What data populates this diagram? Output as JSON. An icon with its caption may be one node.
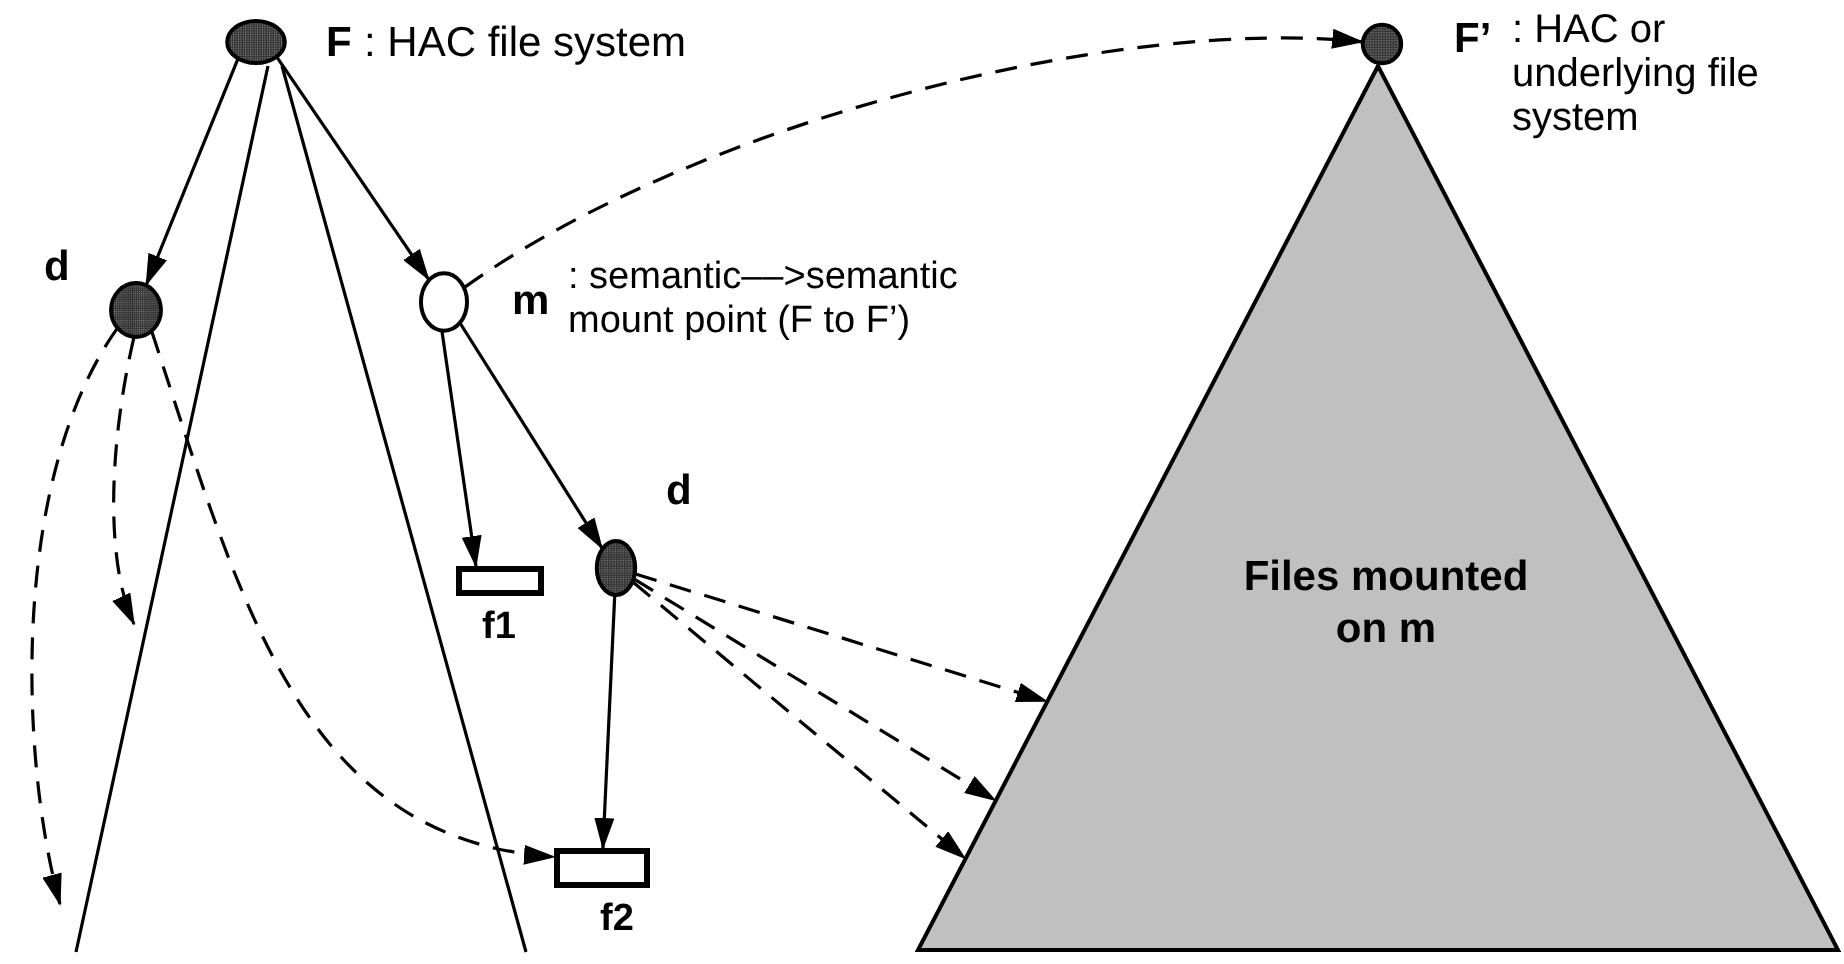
{
  "diagram": {
    "nodes": [
      {
        "text": [],
        "shape": "circle",
        "beside": [
          "F",
          ": HAC file system"
        ]
      },
      {
        "text": [],
        "shape": "circle",
        "beside": [
          "d"
        ]
      },
      {
        "text": [],
        "shape": "circle",
        "beside": [
          "m"
        ]
      },
      {
        "text": [],
        "shape": "box",
        "beside": [
          "f1"
        ]
      },
      {
        "text": [],
        "shape": "circle",
        "beside": [
          "d"
        ]
      },
      {
        "text": [],
        "shape": "box",
        "beside": [
          "f2"
        ]
      },
      {
        "text": [],
        "shape": "circle",
        "beside": [
          "F’",
          ": HAC or underlying file system"
        ]
      },
      {
        "text": [
          "Files mounted on m"
        ]
      }
    ],
    "edges": [
      {
        "from": 0,
        "to": 1,
        "arrow": "to"
      },
      {
        "from": 0,
        "to": 2,
        "arrow": "to"
      },
      {
        "from": 2,
        "to": 3,
        "arrow": "to"
      },
      {
        "from": 2,
        "to": 4,
        "arrow": "to"
      },
      {
        "from": 4,
        "to": 5,
        "arrow": "to"
      },
      {
        "from": 2,
        "to": 6,
        "arrow": "to",
        "style": "dashed"
      },
      {
        "from": 1,
        "to": null,
        "arrow": "to",
        "style": "dashed"
      },
      {
        "from": 1,
        "to": null,
        "arrow": "to",
        "style": "dashed"
      },
      {
        "from": 1,
        "to": 5,
        "arrow": "to",
        "style": "dashed"
      },
      {
        "from": 4,
        "to": 7,
        "arrow": "to",
        "style": "dashed"
      },
      {
        "from": 4,
        "to": 7,
        "arrow": "to",
        "style": "dashed"
      },
      {
        "from": 4,
        "to": 7,
        "arrow": "to",
        "style": "dashed"
      }
    ],
    "labels": [
      ": semantic––>semantic mount point (F to F’)"
    ]
  }
}
